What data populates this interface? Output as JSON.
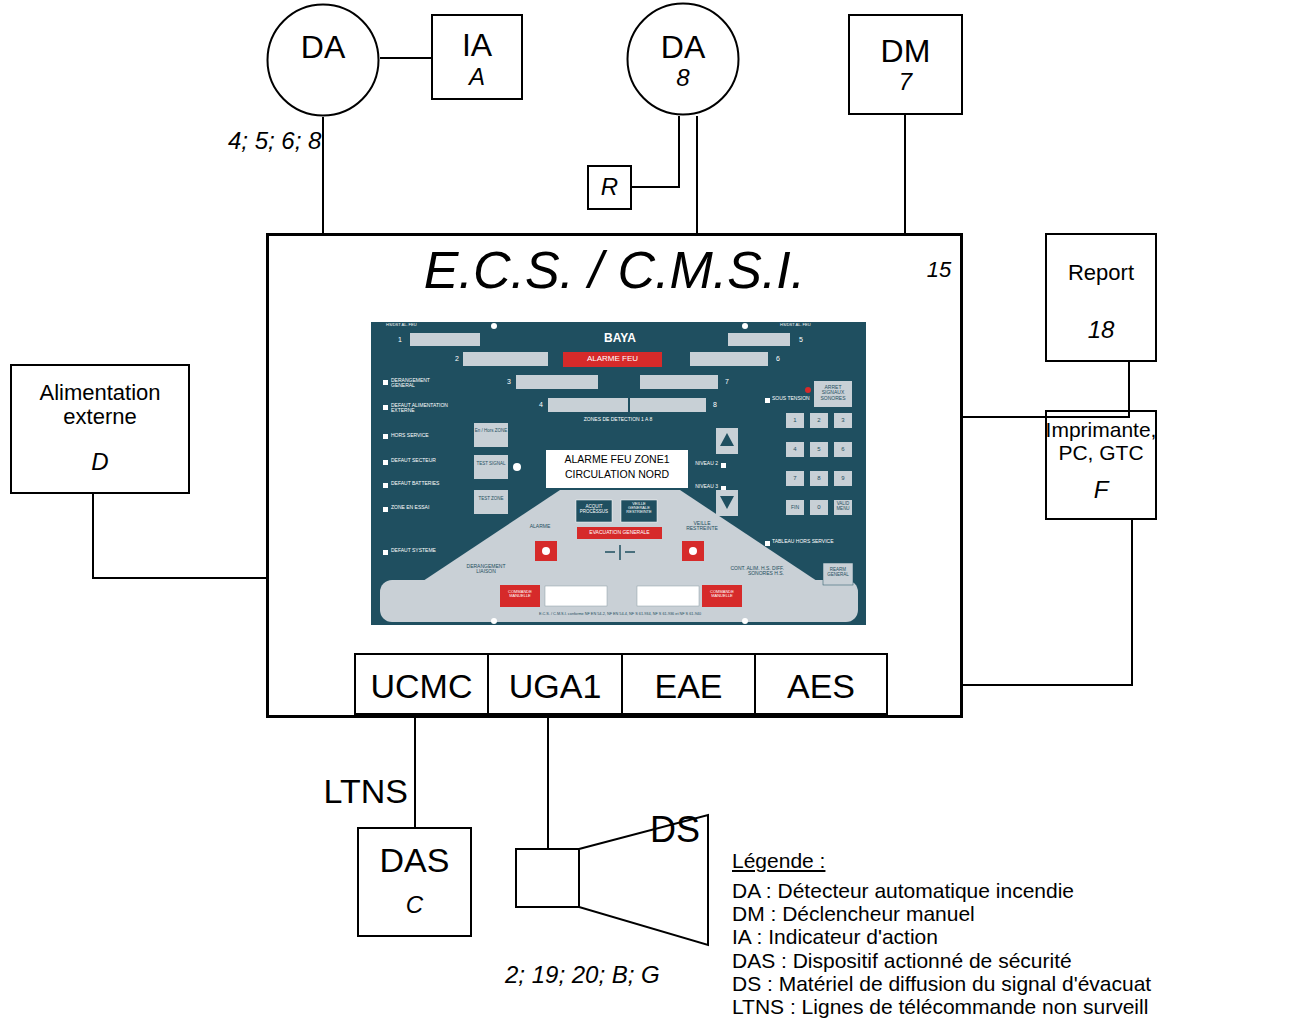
{
  "diagram": {
    "nodes": [
      {
        "text": [
          "DA"
        ]
      },
      {
        "text": [
          "IA",
          "A"
        ]
      },
      {
        "text": [
          "DA",
          "8"
        ]
      },
      {
        "text": [
          "DM",
          "7"
        ]
      },
      {
        "text": [
          "R"
        ]
      },
      {
        "text": [
          "E.C.S. / C.M.S.I.",
          "15"
        ]
      },
      {
        "text": [
          "Report",
          "18"
        ]
      },
      {
        "text": [
          "Alimentation externe",
          "D"
        ]
      },
      {
        "text": [
          "Imprimante, PC, GTC",
          "F"
        ]
      },
      {
        "text": [
          "UCMC"
        ],
        "in": 5
      },
      {
        "text": [
          "UGA1"
        ],
        "in": 5
      },
      {
        "text": [
          "EAE"
        ],
        "in": 5
      },
      {
        "text": [
          "AES"
        ],
        "in": 5
      },
      {
        "text": [
          "DAS",
          "C"
        ]
      },
      {
        "text": [
          "DS"
        ]
      }
    ],
    "edges": [
      {
        "from": 0,
        "to": 1,
        "arrow": "none"
      },
      {
        "from": 0,
        "to": 5,
        "arrow": "none"
      },
      {
        "from": 2,
        "to": 4,
        "arrow": "none"
      },
      {
        "from": 2,
        "to": 5,
        "arrow": "none"
      },
      {
        "from": 3,
        "to": 5,
        "arrow": "none"
      },
      {
        "from": 6,
        "to": 5,
        "arrow": "none"
      },
      {
        "from": 7,
        "to": 5,
        "arrow": "none"
      },
      {
        "from": 8,
        "to": 5,
        "arrow": "none"
      },
      {
        "from": 9,
        "to": 13,
        "label": "LTNS",
        "arrow": "none"
      },
      {
        "from": 10,
        "to": 14,
        "arrow": "none"
      }
    ],
    "labels": [
      "4; 5; 6; 8",
      "HS/DST AL. FEU",
      "BAYA",
      "HS/DST AL. FEU",
      "1",
      "2",
      "3",
      "4",
      "ALARME FEU",
      "5",
      "6",
      "7",
      "8",
      "ARRET SIGNAUX SONORES",
      "DERANGEMENT GENERAL",
      "DEFAUT ALIMENTATION EXTERNE",
      "SOUS TENSION",
      "ZONES DE DETECTION 1 A 8",
      "HORS SERVICE",
      "En / Hors ZONE",
      "DEFAUT SECTEUR",
      "TEST SIGNAL",
      "ALARME FEU ZONE1",
      "CIRCULATION NORD",
      "DEFAUT BATTERIES",
      "TEST ZONE",
      "NIVEAU 2",
      "NIVEAU 3",
      "1",
      "2",
      "3",
      "4",
      "5",
      "6",
      "7",
      "8",
      "9",
      "FIN",
      "0",
      "VALID MENU",
      "ZONE EN ESSAI",
      "ACQUIT PROCESSUS",
      "VEILLE GENERALE RESTREINTE",
      "TABLEAU HORS SERVICE",
      "ALARME",
      "EVACUATION GENERALE",
      "VEILLE RESTREINTE",
      "DEFAUT SYSTEME",
      "DERANGEMENT LIAISON",
      "CONT. ALIM. H.S. DIFF. SONORES H.S.",
      "REARM GENERAL",
      "COMMANDE MANUELLE",
      "COMMANDE MANUELLE",
      "E.C.S. / C.M.S.I. conforme NF EN 54-2, NF EN 54-4, NF S 61-934, NF S 61-936 et NF S 61-940",
      "2; 19; 20; B; G",
      "Légende :"
    ],
    "legend": [
      {
        "text": "DA : Détecteur automatique incendie"
      },
      {
        "text": "DM : Déclencheur manuel"
      },
      {
        "text": "IA : Indicateur d'action"
      },
      {
        "text": "DAS : Dispositif actionné de sécurité"
      },
      {
        "text": "DS : Matériel de diffusion du signal d'évacuat"
      },
      {
        "text": "LTNS : Lignes de télécommande non surveill"
      }
    ]
  }
}
